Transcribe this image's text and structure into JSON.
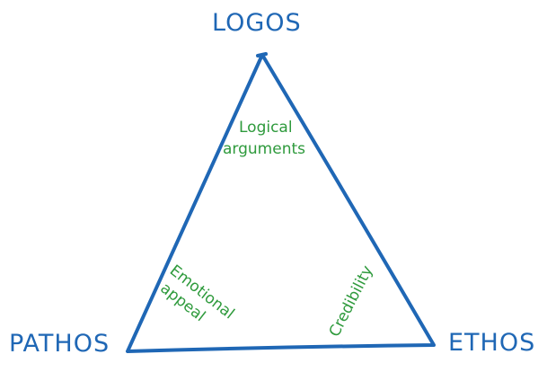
{
  "diagram": {
    "vertices": {
      "top": "LOGOS",
      "left": "PATHOS",
      "right": "ETHOS"
    },
    "annotations": {
      "logos_line1": "Logical",
      "logos_line2": "arguments",
      "pathos_line1": "Emotional",
      "pathos_line2": "appeal",
      "ethos": "Credibility"
    },
    "colors": {
      "vertex_text": "#1f67b5",
      "triangle_stroke": "#1f67b5",
      "annotation_text": "#2e9a3c"
    }
  }
}
